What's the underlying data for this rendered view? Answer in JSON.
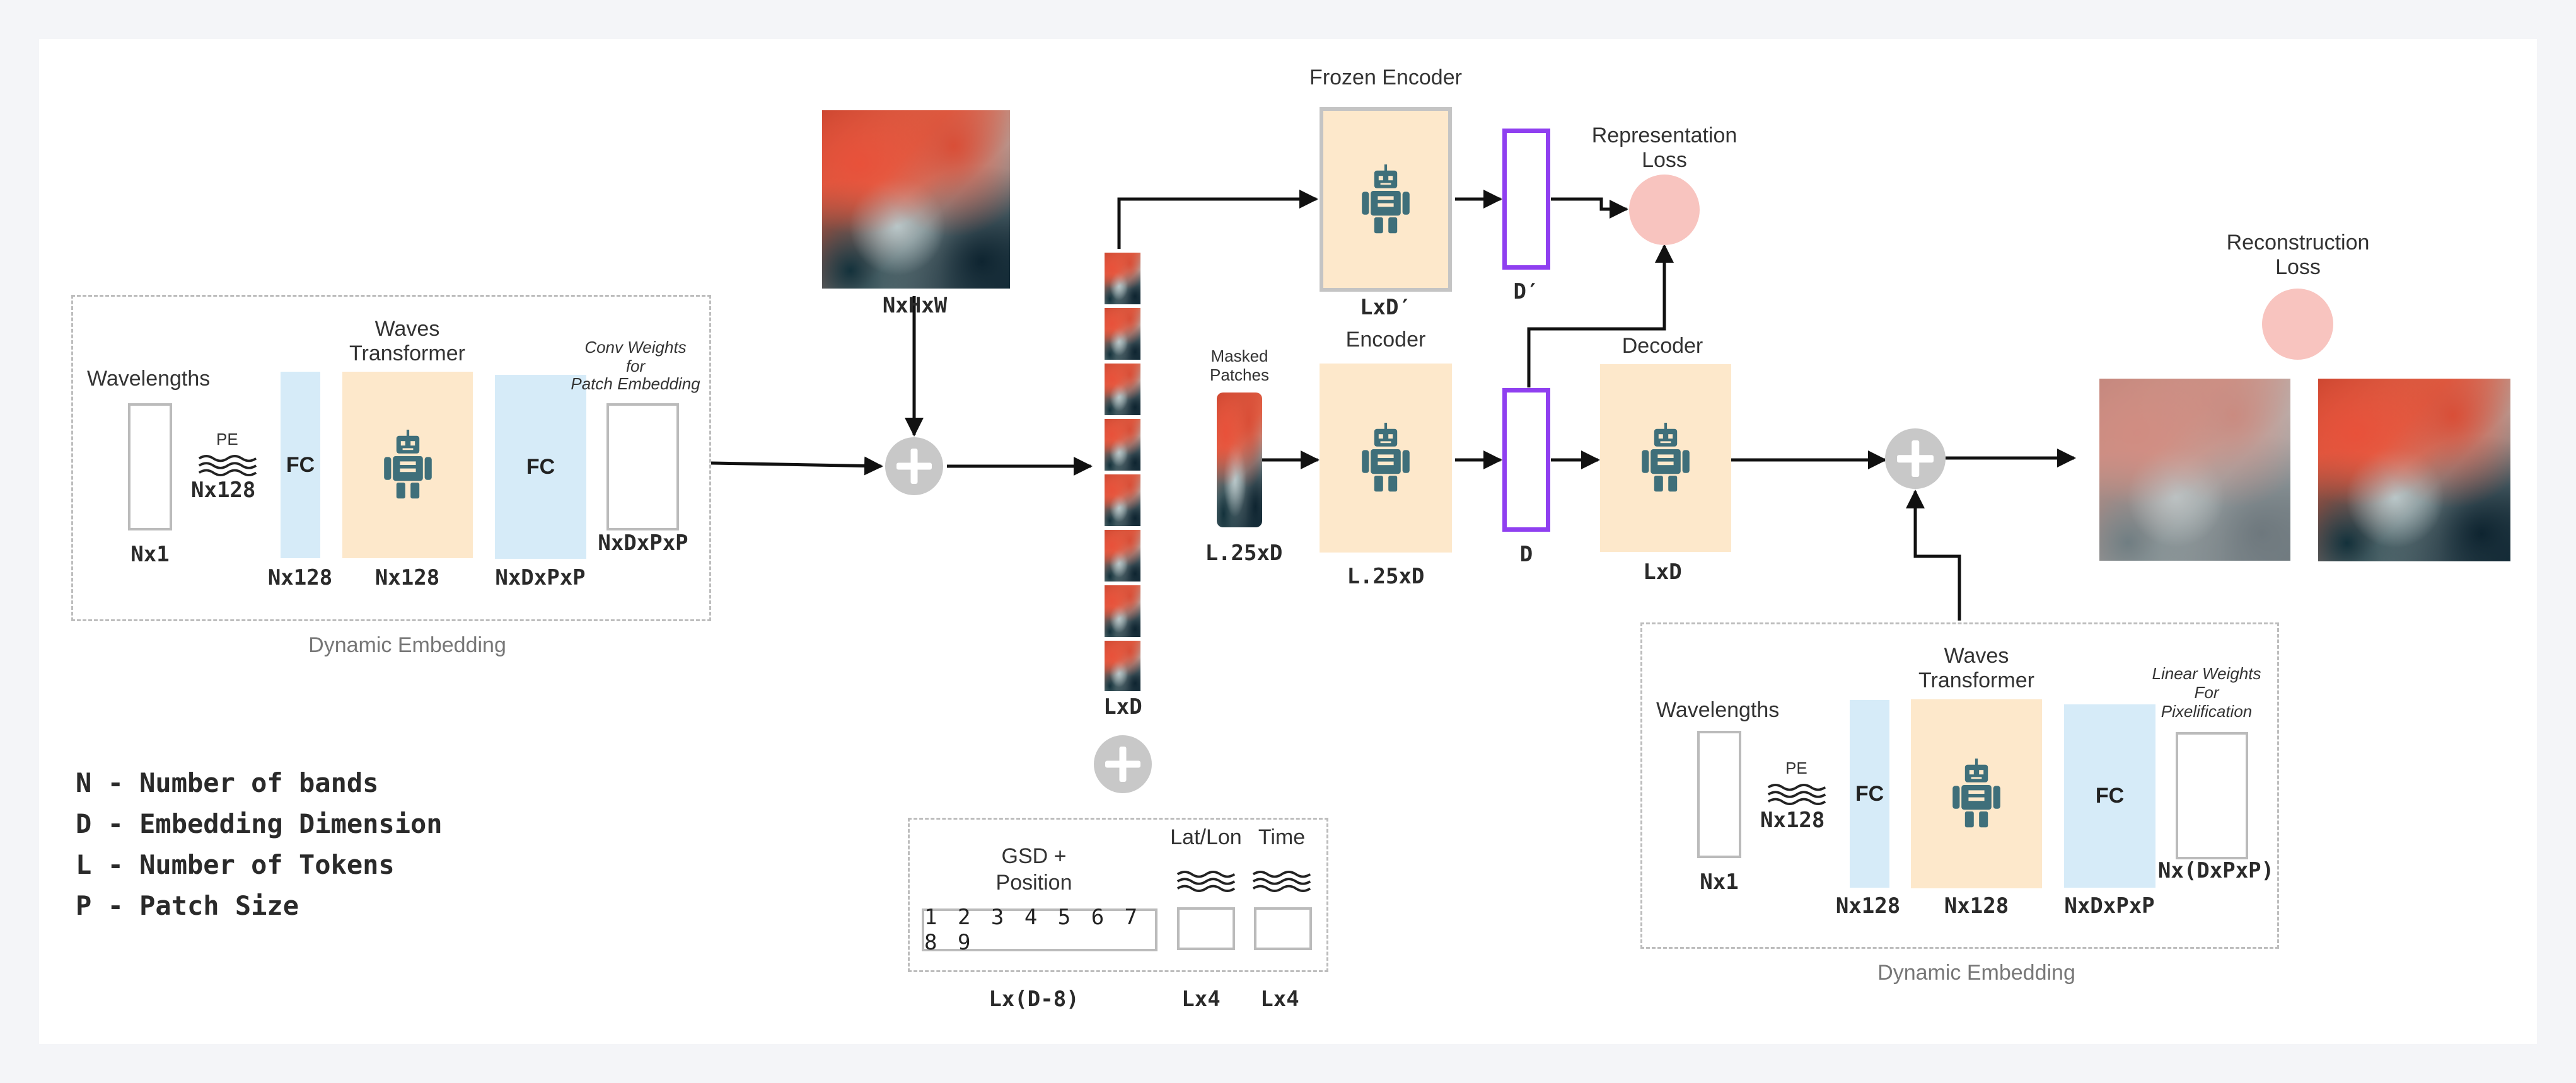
{
  "left_embedding": {
    "wavelengths": "Wavelengths",
    "pe": "PE",
    "pe_dim": "Nx128",
    "fc1": "FC",
    "waves_transformer": [
      "Waves",
      "Transformer"
    ],
    "fc2": "FC",
    "conv_weights": [
      "Conv Weights",
      "for",
      "Patch Embedding"
    ],
    "dim_wavelengths": "Nx1",
    "dim_fc1": "Nx128",
    "dim_transformer": "Nx128",
    "dim_fc2": "NxDxPxP",
    "dim_weights": "NxDxPxP",
    "caption": "Dynamic Embedding"
  },
  "input_image": {
    "dim": "NxHxW"
  },
  "tokens": {
    "dim": "LxD"
  },
  "frozen_encoder": {
    "title": "Frozen Encoder",
    "dim": "LxD′",
    "rep_dim": "D′"
  },
  "representation_loss": [
    "Representation",
    "Loss"
  ],
  "masked": {
    "title": [
      "Masked",
      "Patches"
    ],
    "dim": "L.25xD"
  },
  "encoder": {
    "title": "Encoder",
    "dim": "L.25xD",
    "rep_dim": "D"
  },
  "decoder": {
    "title": "Decoder",
    "dim": "LxD"
  },
  "reconstruction_loss": [
    "Reconstruction",
    "Loss"
  ],
  "right_embedding": {
    "wavelengths": "Wavelengths",
    "pe": "PE",
    "pe_dim": "Nx128",
    "fc1": "FC",
    "waves_transformer": [
      "Waves",
      "Transformer"
    ],
    "fc2": "FC",
    "linear_weights": [
      "Linear Weights",
      "For",
      "Pixelification"
    ],
    "dim_wavelengths": "Nx1",
    "dim_fc1": "Nx128",
    "dim_transformer": "Nx128",
    "dim_fc2": "NxDxPxP",
    "dim_weights": "Nx(DxPxP)",
    "caption": "Dynamic Embedding"
  },
  "meta_encoding": {
    "gsd_position": [
      "GSD +",
      "Position"
    ],
    "digits": "1 2 3 4 5 6 7 8 9",
    "latlon": "Lat/Lon",
    "time": "Time",
    "dim_gsd": "Lx(D-8)",
    "dim_latlon": "Lx4",
    "dim_time": "Lx4"
  },
  "legend": [
    "N - Number of bands",
    "D - Embedding Dimension",
    "L - Number of Tokens",
    "P - Patch Size"
  ],
  "colors": {
    "fc": "#d6ebf8",
    "transformer": "#fde8cb",
    "loss": "#f8c4bf",
    "bottleneck": "#8f3ff0",
    "robot": "#3f6f7a",
    "plus": "#c8c8c8"
  },
  "icons": [
    "robot-icon",
    "waves-icon",
    "plus-icon",
    "arrow-icon"
  ]
}
